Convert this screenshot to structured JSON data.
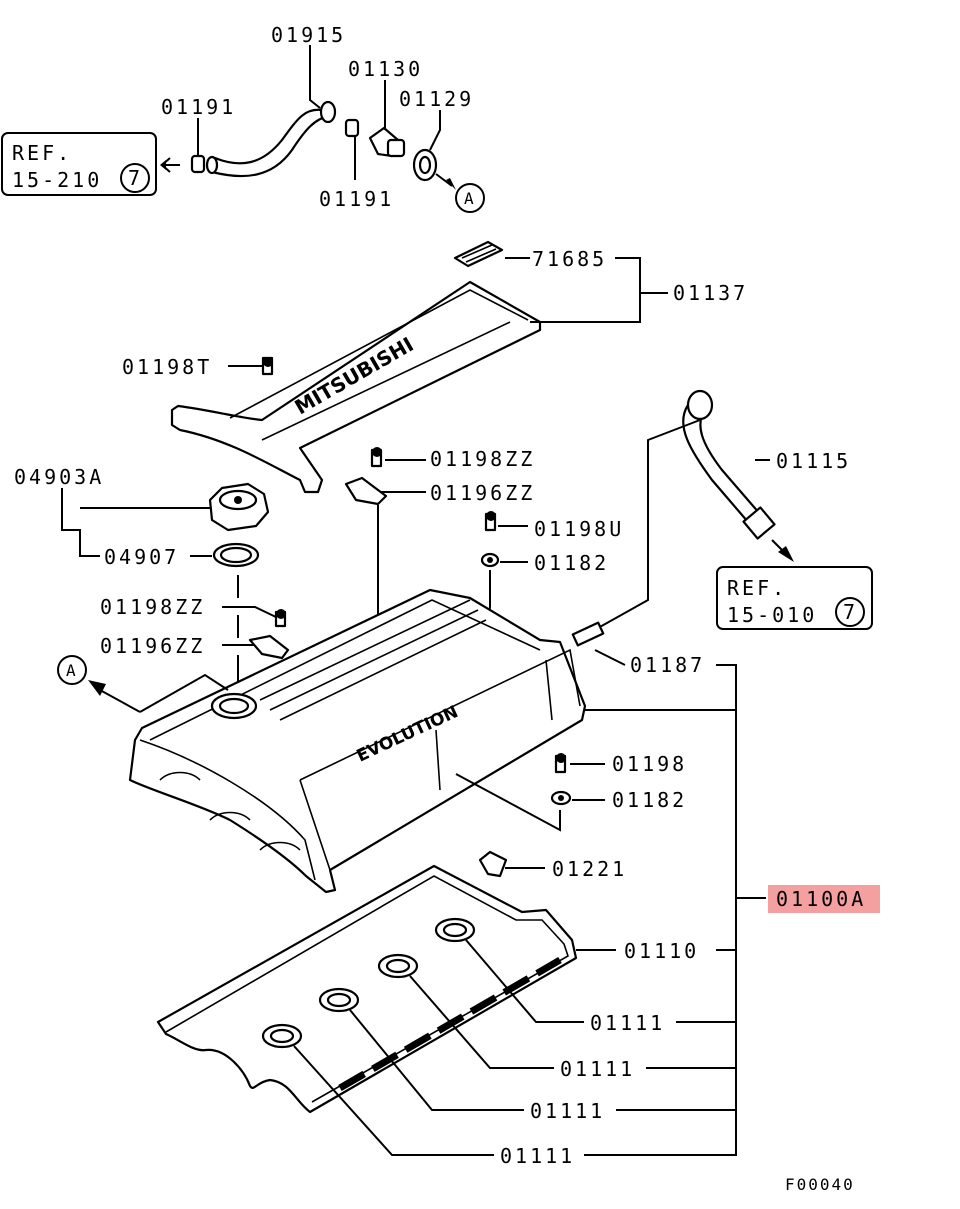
{
  "highlight_color": "#f4a0a0",
  "diagram_id": "F00040",
  "emboss_cover": "MITSUBISHI",
  "emboss_head": "EVOLUTION",
  "ref_boxes": [
    {
      "line1": "REF.",
      "line2": "15-210",
      "circle": "7"
    },
    {
      "line1": "REF.",
      "line2": "15-010",
      "circle": "7"
    }
  ],
  "markers": {
    "a1": "A",
    "a2": "A"
  },
  "labels": {
    "p01915": "01915",
    "p01130": "01130",
    "p01129": "01129",
    "p01191a": "01191",
    "p01191b": "01191",
    "p71685": "71685",
    "p01137": "01137",
    "p01198T": "01198T",
    "p01115": "01115",
    "p04903A": "04903A",
    "p04907": "04907",
    "p01198ZZa": "01198ZZ",
    "p01196ZZa": "01196ZZ",
    "p01198U": "01198U",
    "p01182a": "01182",
    "p01198ZZb": "01198ZZ",
    "p01196ZZb": "01196ZZ",
    "p01187": "01187",
    "p01198": "01198",
    "p01182b": "01182",
    "p01221": "01221",
    "p01100A": "01100A",
    "p01110": "01110",
    "p01111a": "01111",
    "p01111b": "01111",
    "p01111c": "01111",
    "p01111d": "01111"
  }
}
